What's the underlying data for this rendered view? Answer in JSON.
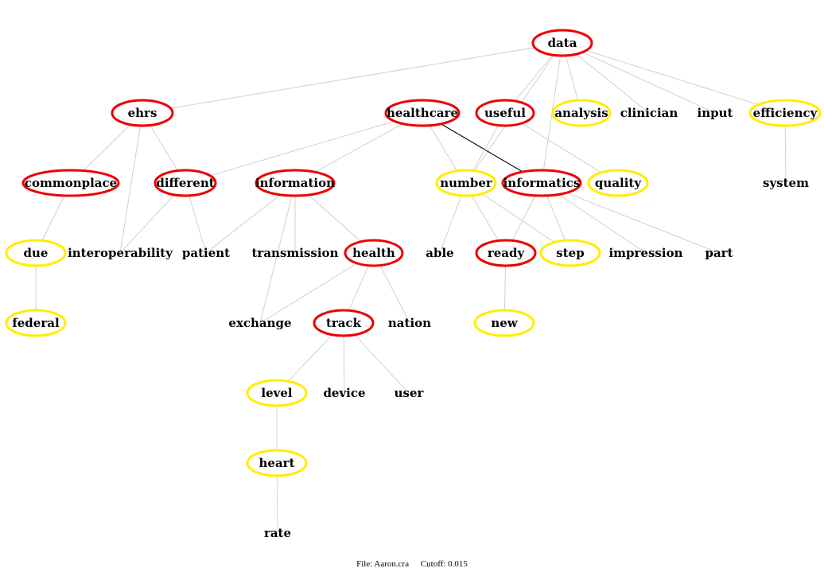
{
  "colors": {
    "red": "#ee0000",
    "yellow": "#ffee00",
    "edge": "#cccccc",
    "strong_edge": "#000000"
  },
  "nodes": [
    {
      "id": "data",
      "label": "data",
      "ring": "red"
    },
    {
      "id": "ehrs",
      "label": "ehrs",
      "ring": "red"
    },
    {
      "id": "healthcare",
      "label": "healthcare",
      "ring": "red"
    },
    {
      "id": "useful",
      "label": "useful",
      "ring": "red"
    },
    {
      "id": "analysis",
      "label": "analysis",
      "ring": "yellow"
    },
    {
      "id": "clinician",
      "label": "clinician",
      "ring": "none"
    },
    {
      "id": "input",
      "label": "input",
      "ring": "none"
    },
    {
      "id": "efficiency",
      "label": "efficiency",
      "ring": "yellow"
    },
    {
      "id": "commonplace",
      "label": "commonplace",
      "ring": "red"
    },
    {
      "id": "different",
      "label": "different",
      "ring": "red"
    },
    {
      "id": "information",
      "label": "information",
      "ring": "red"
    },
    {
      "id": "number",
      "label": "number",
      "ring": "yellow"
    },
    {
      "id": "informatics",
      "label": "informatics",
      "ring": "red"
    },
    {
      "id": "quality",
      "label": "quality",
      "ring": "yellow"
    },
    {
      "id": "system",
      "label": "system",
      "ring": "none"
    },
    {
      "id": "due",
      "label": "due",
      "ring": "yellow"
    },
    {
      "id": "interoperability",
      "label": "interoperability",
      "ring": "none"
    },
    {
      "id": "patient",
      "label": "patient",
      "ring": "none"
    },
    {
      "id": "transmission",
      "label": "transmission",
      "ring": "none"
    },
    {
      "id": "health",
      "label": "health",
      "ring": "red"
    },
    {
      "id": "able",
      "label": "able",
      "ring": "none"
    },
    {
      "id": "ready",
      "label": "ready",
      "ring": "red"
    },
    {
      "id": "step",
      "label": "step",
      "ring": "yellow"
    },
    {
      "id": "impression",
      "label": "impression",
      "ring": "none"
    },
    {
      "id": "part",
      "label": "part",
      "ring": "none"
    },
    {
      "id": "federal",
      "label": "federal",
      "ring": "yellow"
    },
    {
      "id": "exchange",
      "label": "exchange",
      "ring": "none"
    },
    {
      "id": "track",
      "label": "track",
      "ring": "red"
    },
    {
      "id": "nation",
      "label": "nation",
      "ring": "none"
    },
    {
      "id": "new",
      "label": "new",
      "ring": "yellow"
    },
    {
      "id": "level",
      "label": "level",
      "ring": "yellow"
    },
    {
      "id": "device",
      "label": "device",
      "ring": "none"
    },
    {
      "id": "user",
      "label": "user",
      "ring": "none"
    },
    {
      "id": "heart",
      "label": "heart",
      "ring": "yellow"
    },
    {
      "id": "rate",
      "label": "rate",
      "ring": "none"
    }
  ],
  "edges": [
    {
      "from": "data",
      "to": "ehrs",
      "strong": false
    },
    {
      "from": "data",
      "to": "useful",
      "strong": false
    },
    {
      "from": "data",
      "to": "analysis",
      "strong": false
    },
    {
      "from": "data",
      "to": "clinician",
      "strong": false
    },
    {
      "from": "data",
      "to": "input",
      "strong": false
    },
    {
      "from": "data",
      "to": "efficiency",
      "strong": false
    },
    {
      "from": "data",
      "to": "number",
      "strong": false
    },
    {
      "from": "data",
      "to": "informatics",
      "strong": false
    },
    {
      "from": "ehrs",
      "to": "commonplace",
      "strong": false
    },
    {
      "from": "ehrs",
      "to": "different",
      "strong": false
    },
    {
      "from": "ehrs",
      "to": "interoperability",
      "strong": false
    },
    {
      "from": "healthcare",
      "to": "different",
      "strong": false
    },
    {
      "from": "healthcare",
      "to": "information",
      "strong": false
    },
    {
      "from": "healthcare",
      "to": "informatics",
      "strong": true
    },
    {
      "from": "healthcare",
      "to": "ready",
      "strong": false
    },
    {
      "from": "useful",
      "to": "number",
      "strong": false
    },
    {
      "from": "useful",
      "to": "quality",
      "strong": false
    },
    {
      "from": "efficiency",
      "to": "system",
      "strong": false
    },
    {
      "from": "commonplace",
      "to": "due",
      "strong": false
    },
    {
      "from": "different",
      "to": "interoperability",
      "strong": false
    },
    {
      "from": "different",
      "to": "patient",
      "strong": false
    },
    {
      "from": "information",
      "to": "patient",
      "strong": false
    },
    {
      "from": "information",
      "to": "transmission",
      "strong": false
    },
    {
      "from": "information",
      "to": "health",
      "strong": false
    },
    {
      "from": "information",
      "to": "exchange",
      "strong": false
    },
    {
      "from": "number",
      "to": "able",
      "strong": false
    },
    {
      "from": "number",
      "to": "step",
      "strong": false
    },
    {
      "from": "informatics",
      "to": "ready",
      "strong": false
    },
    {
      "from": "informatics",
      "to": "step",
      "strong": false
    },
    {
      "from": "informatics",
      "to": "impression",
      "strong": false
    },
    {
      "from": "informatics",
      "to": "part",
      "strong": false
    },
    {
      "from": "due",
      "to": "federal",
      "strong": false
    },
    {
      "from": "health",
      "to": "exchange",
      "strong": false
    },
    {
      "from": "health",
      "to": "track",
      "strong": false
    },
    {
      "from": "health",
      "to": "nation",
      "strong": false
    },
    {
      "from": "ready",
      "to": "new",
      "strong": false
    },
    {
      "from": "track",
      "to": "level",
      "strong": false
    },
    {
      "from": "track",
      "to": "device",
      "strong": false
    },
    {
      "from": "track",
      "to": "user",
      "strong": false
    },
    {
      "from": "level",
      "to": "heart",
      "strong": false
    },
    {
      "from": "heart",
      "to": "rate",
      "strong": false
    }
  ],
  "footer": {
    "file": "File: Aaron.cra",
    "cutoff": "Cutoff: 0.015"
  }
}
